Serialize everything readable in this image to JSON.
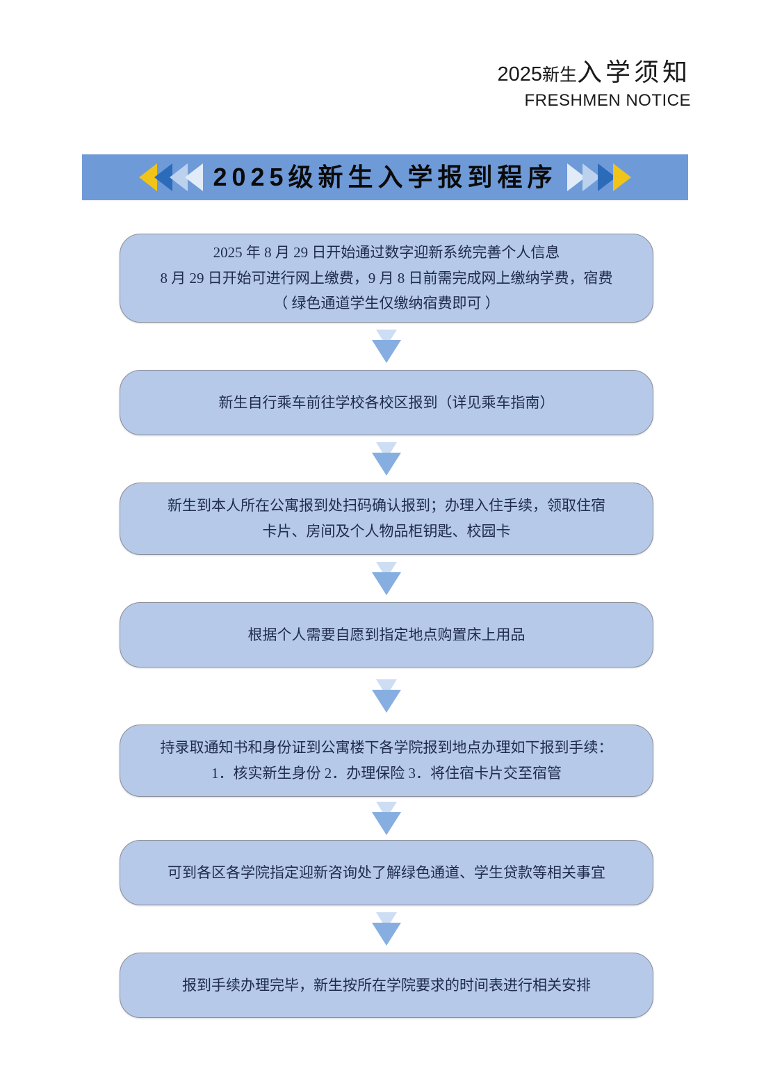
{
  "masthead": {
    "year": "2025",
    "cn_small": "新生",
    "cn_big": "入学须知",
    "en": "FRESHMEN NOTICE"
  },
  "banner": {
    "title": "2025级新生入学报到程序",
    "background_color": "#6F9AD8",
    "title_color": "#0B0B0B",
    "left_arrows": [
      {
        "name": "arrow-left-yellow",
        "color": "#F0C419"
      },
      {
        "name": "arrow-left-blue",
        "color": "#2C6BBA"
      },
      {
        "name": "arrow-left-lightblue",
        "color": "#BBD1EE"
      },
      {
        "name": "arrow-left-paleblue",
        "color": "#E2ECF9"
      }
    ],
    "right_arrows": [
      {
        "name": "arrow-right-paleblue",
        "color": "#E2ECF9"
      },
      {
        "name": "arrow-right-lightblue",
        "color": "#BBD1EE"
      },
      {
        "name": "arrow-right-blue",
        "color": "#2C6BBA"
      },
      {
        "name": "arrow-right-yellow",
        "color": "#F0C419"
      }
    ]
  },
  "flow": {
    "node_fill_color": "#B6C9E8",
    "node_border_color": "#8B8F98",
    "node_text_color": "#1F2B4D",
    "connector_colors": {
      "ghost": "#CDDDF3",
      "main": "#87AEE0"
    },
    "steps": [
      {
        "id": "step-1-online-info-and-payment",
        "lines": [
          "2025 年 8 月 29 日开始通过数字迎新系统完善个人信息",
          "8 月 29 日开始可进行网上缴费，9 月 8 日前需完成网上缴纳学费，宿费",
          "（ 绿色通道学生仅缴纳宿费即可 ）"
        ]
      },
      {
        "id": "step-2-travel-to-campus",
        "lines": [
          "新生自行乘车前往学校各校区报到（详见乘车指南）"
        ]
      },
      {
        "id": "step-3-dorm-checkin",
        "lines": [
          "新生到本人所在公寓报到处扫码确认报到；办理入住手续，领取住宿",
          "卡片、房间及个人物品柜钥匙、校园卡"
        ]
      },
      {
        "id": "step-4-buy-bedding",
        "lines": [
          "根据个人需要自愿到指定地点购置床上用品"
        ]
      },
      {
        "id": "step-5-college-registration",
        "lines": [
          "持录取通知书和身份证到公寓楼下各学院报到地点办理如下报到手续：",
          "1．核实新生身份 2．办理保险 3．将住宿卡片交至宿管"
        ]
      },
      {
        "id": "step-6-green-channel-consult",
        "lines": [
          "可到各区各学院指定迎新咨询处了解绿色通道、学生贷款等相关事宜"
        ]
      },
      {
        "id": "step-7-follow-college-schedule",
        "lines": [
          "报到手续办理完毕，新生按所在学院要求的时间表进行相关安排"
        ]
      }
    ]
  }
}
